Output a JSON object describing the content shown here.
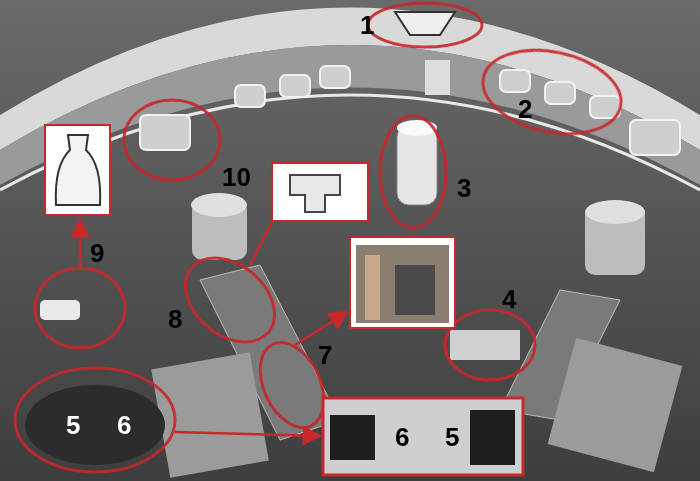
{
  "diagram": {
    "labels": [
      "1",
      "2",
      "3",
      "10",
      "9",
      "8",
      "7",
      "4",
      "5",
      "6",
      "6",
      "5"
    ]
  }
}
